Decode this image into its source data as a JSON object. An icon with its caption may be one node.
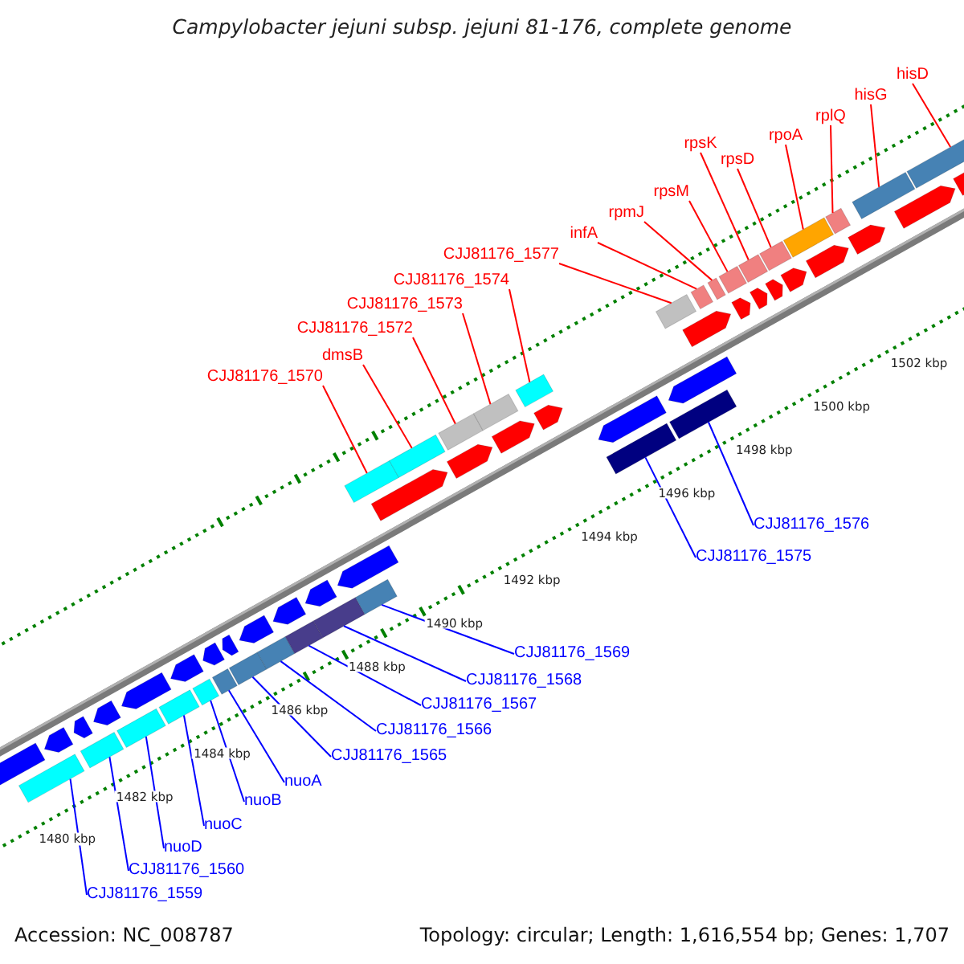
{
  "diagram": {
    "title": "Campylobacter jejuni subsp. jejuni 81-176, complete genome",
    "nodes": [
      {
        "text": [
          "hisD"
        ]
      },
      {
        "text": [
          "hisG"
        ]
      },
      {
        "text": [
          "rplQ"
        ]
      },
      {
        "text": [
          "rpoA"
        ]
      },
      {
        "text": [
          "rpsK"
        ]
      },
      {
        "text": [
          "rpsD"
        ]
      },
      {
        "text": [
          "rpsM"
        ]
      },
      {
        "text": [
          "rpmJ"
        ]
      },
      {
        "text": [
          "infA"
        ]
      },
      {
        "text": [
          "CJJ81176_1577"
        ]
      },
      {
        "text": [
          "CJJ81176_1574"
        ]
      },
      {
        "text": [
          "CJJ81176_1573"
        ]
      },
      {
        "text": [
          "CJJ81176_1572"
        ]
      },
      {
        "text": [
          "dmsB"
        ]
      },
      {
        "text": [
          "CJJ81176_1570"
        ]
      },
      {
        "text": [
          "CJJ81176_1576"
        ]
      },
      {
        "text": [
          "CJJ81176_1575"
        ]
      },
      {
        "text": [
          "CJJ81176_1569"
        ]
      },
      {
        "text": [
          "CJJ81176_1568"
        ]
      },
      {
        "text": [
          "CJJ81176_1567"
        ]
      },
      {
        "text": [
          "CJJ81176_1566"
        ]
      },
      {
        "text": [
          "CJJ81176_1565"
        ]
      },
      {
        "text": [
          "nuoA"
        ]
      },
      {
        "text": [
          "nuoB"
        ]
      },
      {
        "text": [
          "nuoC"
        ]
      },
      {
        "text": [
          "nuoD"
        ]
      },
      {
        "text": [
          "CJJ81176_1560"
        ]
      },
      {
        "text": [
          "CJJ81176_1559"
        ]
      },
      {
        "text": [],
        "shape": "bar"
      },
      {
        "text": [],
        "shape": "bar"
      },
      {
        "text": [],
        "shape": "bar"
      },
      {
        "text": [],
        "shape": "bar"
      },
      {
        "text": [],
        "shape": "bar"
      },
      {
        "text": [],
        "shape": "bar"
      },
      {
        "text": [],
        "shape": "bar"
      },
      {
        "text": [],
        "shape": "bar"
      },
      {
        "text": [],
        "shape": "bar"
      },
      {
        "text": [],
        "shape": "bar"
      },
      {
        "text": [],
        "shape": "bar"
      },
      {
        "text": [],
        "shape": "bar"
      },
      {
        "text": [],
        "shape": "bar"
      },
      {
        "text": [],
        "shape": "bar"
      },
      {
        "text": [],
        "shape": "bar"
      },
      {
        "text": [],
        "shape": "bar"
      },
      {
        "text": [],
        "shape": "bar"
      },
      {
        "text": [],
        "shape": "bar"
      },
      {
        "text": [],
        "shape": "bar"
      },
      {
        "text": [],
        "shape": "bar"
      },
      {
        "text": [],
        "shape": "bar"
      },
      {
        "text": [],
        "shape": "bar"
      },
      {
        "text": [],
        "shape": "bar"
      },
      {
        "text": [],
        "shape": "bar"
      },
      {
        "text": [],
        "shape": "bar"
      },
      {
        "text": [],
        "shape": "bar"
      },
      {
        "text": [],
        "shape": "bar"
      },
      {
        "text": [],
        "shape": "bar"
      }
    ],
    "edges": [
      {
        "from": 0,
        "to": 55,
        "arrow": "none"
      },
      {
        "from": 1,
        "to": 54,
        "arrow": "none"
      },
      {
        "from": 2,
        "to": 53,
        "arrow": "none"
      },
      {
        "from": 3,
        "to": 52,
        "arrow": "none"
      },
      {
        "from": 4,
        "to": 50,
        "arrow": "none"
      },
      {
        "from": 5,
        "to": 51,
        "arrow": "none"
      },
      {
        "from": 6,
        "to": 49,
        "arrow": "none"
      },
      {
        "from": 7,
        "to": 48,
        "arrow": "none"
      },
      {
        "from": 8,
        "to": 47,
        "arrow": "none"
      },
      {
        "from": 9,
        "to": 46,
        "arrow": "none"
      },
      {
        "from": 10,
        "to": 45,
        "arrow": "none"
      },
      {
        "from": 11,
        "to": 44,
        "arrow": "none"
      },
      {
        "from": 12,
        "to": 43,
        "arrow": "none"
      },
      {
        "from": 13,
        "to": 42,
        "arrow": "none"
      },
      {
        "from": 14,
        "to": 41,
        "arrow": "none"
      },
      {
        "from": 15,
        "to": 40,
        "arrow": "none",
        "color": "#0000ff"
      },
      {
        "from": 16,
        "to": 39,
        "arrow": "none",
        "color": "#0000ff"
      },
      {
        "from": 17,
        "to": 38,
        "arrow": "none",
        "color": "#0000ff"
      },
      {
        "from": 18,
        "to": 37,
        "arrow": "none",
        "color": "#0000ff"
      },
      {
        "from": 19,
        "to": 36,
        "arrow": "none",
        "color": "#0000ff"
      },
      {
        "from": 20,
        "to": 35,
        "arrow": "none",
        "color": "#0000ff"
      },
      {
        "from": 21,
        "to": 34,
        "arrow": "none",
        "color": "#0000ff"
      },
      {
        "from": 22,
        "to": 33,
        "arrow": "none",
        "color": "#0000ff"
      },
      {
        "from": 23,
        "to": 32,
        "arrow": "none",
        "color": "#0000ff"
      },
      {
        "from": 24,
        "to": 31,
        "arrow": "none",
        "color": "#0000ff"
      },
      {
        "from": 25,
        "to": 30,
        "arrow": "none",
        "color": "#0000ff"
      },
      {
        "from": 26,
        "to": 29,
        "arrow": "none",
        "color": "#0000ff"
      },
      {
        "from": 27,
        "to": 28,
        "arrow": "none",
        "color": "#0000ff"
      }
    ],
    "labels": [
      "1502 kbp",
      "1500 kbp",
      "1498 kbp",
      "1496 kbp",
      "1494 kbp",
      "1492 kbp",
      "1490 kbp",
      "1488 kbp",
      "1486 kbp",
      "1484 kbp",
      "1482 kbp",
      "1480 kbp",
      "Accession: NC_008787",
      "Topology: circular; Length: 1,616,554 bp; Genes: 1,707"
    ]
  }
}
